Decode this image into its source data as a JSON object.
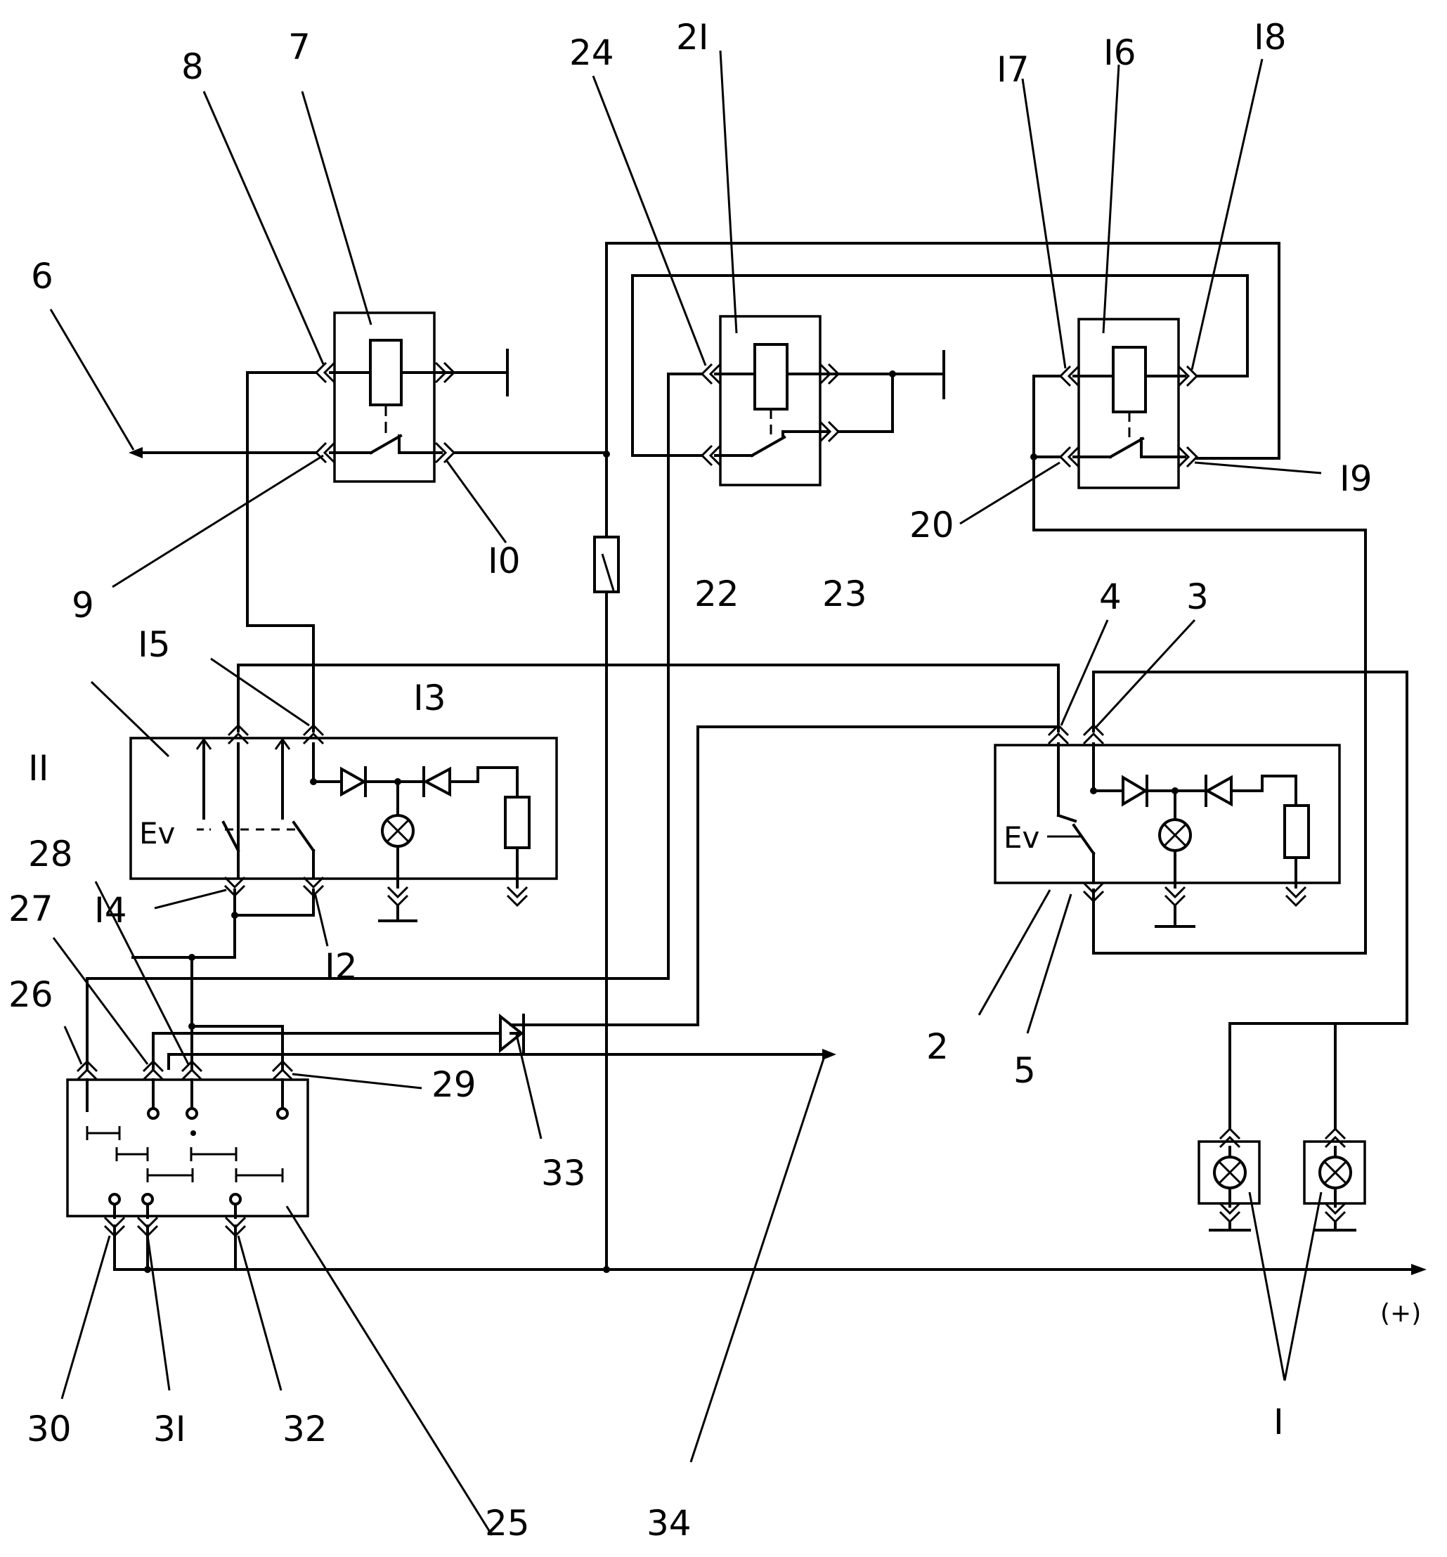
{
  "labels": {
    "l1": "I",
    "l2": "2",
    "l3": "3",
    "l4": "4",
    "l5": "5",
    "l6": "6",
    "l7": "7",
    "l8": "8",
    "l9": "9",
    "l10": "I0",
    "l11": "II",
    "l12": "I2",
    "l13": "I3",
    "l14": "I4",
    "l15": "I5",
    "l16": "I6",
    "l17": "I7",
    "l18": "I8",
    "l19": "I9",
    "l20": "20",
    "l21": "2I",
    "l22": "22",
    "l23": "23",
    "l24": "24",
    "l25": "25",
    "l26": "26",
    "l27": "27",
    "l28": "28",
    "l29": "29",
    "l30": "30",
    "l31": "3I",
    "l32": "32",
    "l33": "33",
    "l34": "34",
    "plus": "(+)"
  },
  "switch_symbols": {
    "ev_left": "Ev",
    "ev_right": "Ev"
  }
}
